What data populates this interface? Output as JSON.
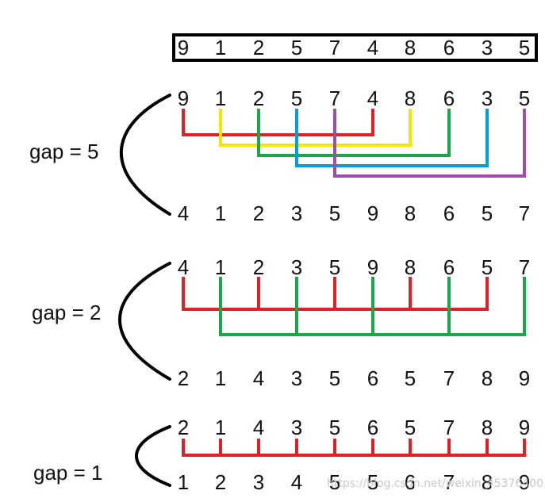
{
  "initial_array": [
    "9",
    "1",
    "2",
    "5",
    "7",
    "4",
    "8",
    "6",
    "3",
    "5"
  ],
  "passes": [
    {
      "gap_label": "gap = 5",
      "before": [
        "9",
        "1",
        "2",
        "5",
        "7",
        "4",
        "8",
        "6",
        "3",
        "5"
      ],
      "after": [
        "4",
        "1",
        "2",
        "3",
        "5",
        "9",
        "8",
        "6",
        "5",
        "7"
      ],
      "groups": [
        {
          "color": "#e02027",
          "indices": [
            0,
            5
          ]
        },
        {
          "color": "#f5e600",
          "indices": [
            1,
            6
          ]
        },
        {
          "color": "#1aa64a",
          "indices": [
            2,
            7
          ]
        },
        {
          "color": "#00a0e0",
          "indices": [
            3,
            8
          ]
        },
        {
          "color": "#9b4fa8",
          "indices": [
            4,
            9
          ]
        }
      ]
    },
    {
      "gap_label": "gap = 2",
      "before": [
        "4",
        "1",
        "2",
        "3",
        "5",
        "9",
        "8",
        "6",
        "5",
        "7"
      ],
      "after": [
        "2",
        "1",
        "4",
        "3",
        "5",
        "6",
        "5",
        "7",
        "8",
        "9"
      ],
      "groups": [
        {
          "color": "#e02027",
          "indices": [
            0,
            2,
            4,
            6,
            8
          ]
        },
        {
          "color": "#1aa64a",
          "indices": [
            1,
            3,
            5,
            7,
            9
          ]
        }
      ]
    },
    {
      "gap_label": "gap = 1",
      "before": [
        "2",
        "1",
        "4",
        "3",
        "5",
        "6",
        "5",
        "7",
        "8",
        "9"
      ],
      "after": [
        "1",
        "2",
        "3",
        "4",
        "5",
        "5",
        "6",
        "7",
        "8",
        "9"
      ],
      "groups": [
        {
          "color": "#e02027",
          "indices": [
            0,
            1,
            2,
            3,
            4,
            5,
            6,
            7,
            8,
            9
          ]
        }
      ]
    }
  ],
  "watermark": "https://blog.csdn.net/weixin_45376400"
}
